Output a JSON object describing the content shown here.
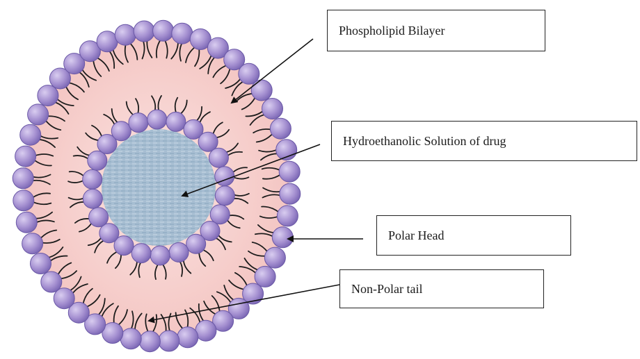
{
  "labels": {
    "bilayer": "Phospholipid Bilayer",
    "core": "Hydroethanolic Solution of drug",
    "head": "Polar Head",
    "tail": "Non-Polar tail"
  },
  "colors": {
    "head_fill": "#a48fd0",
    "head_stroke": "#6a58a6",
    "bilayer_fill": "#f7cfcc",
    "core_fill": "#9fb9cf",
    "tail_stroke": "#1c1c1c"
  }
}
